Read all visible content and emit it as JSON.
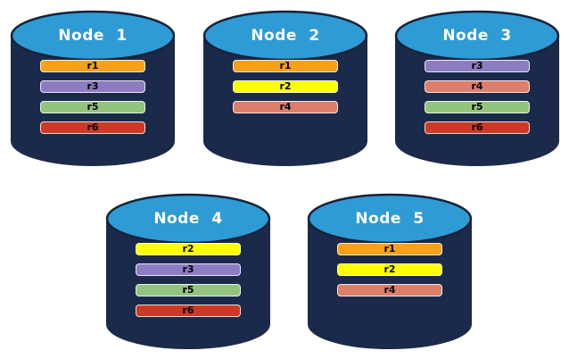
{
  "colors": {
    "page_background": "#ffffff",
    "cylinder_body": "#1B2A4B",
    "cylinder_top": "#2E9BD5",
    "cylinder_outline": "#152238",
    "node_title_text": "#ffffff",
    "replica_label_text": "#000000"
  },
  "replica_colors": {
    "r1": "#F9A01B",
    "r2": "#FFFF00",
    "r3": "#8E7CC3",
    "r4": "#DD7E6B",
    "r5": "#93C47D",
    "r6": "#CC3A25"
  },
  "nodes": [
    {
      "title": "Node 1",
      "replicas": [
        "r1",
        "r3",
        "r5",
        "r6"
      ]
    },
    {
      "title": "Node 2",
      "replicas": [
        "r1",
        "r2",
        "r4"
      ]
    },
    {
      "title": "Node 3",
      "replicas": [
        "r3",
        "r4",
        "r5",
        "r6"
      ]
    },
    {
      "title": "Node 4",
      "replicas": [
        "r2",
        "r3",
        "r5",
        "r6"
      ]
    },
    {
      "title": "Node 5",
      "replicas": [
        "r1",
        "r2",
        "r4"
      ]
    }
  ]
}
